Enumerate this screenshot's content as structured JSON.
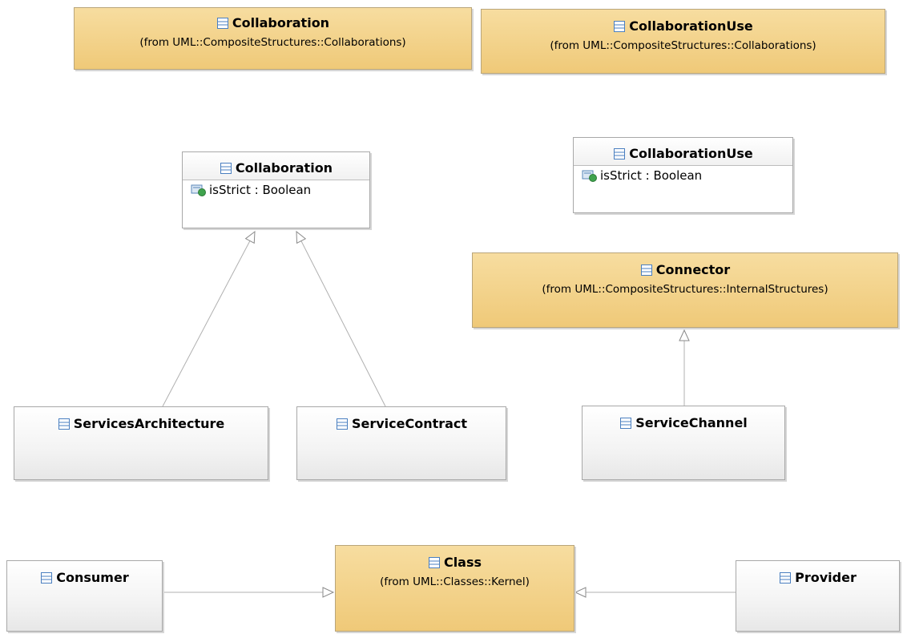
{
  "from_collaboration": {
    "name": "Collaboration",
    "from": "(from UML::CompositeStructures::Collaborations)"
  },
  "from_collaboration_use": {
    "name": "CollaborationUse",
    "from": "(from UML::CompositeStructures::Collaborations)"
  },
  "collaboration": {
    "name": "Collaboration",
    "attribute": "isStrict : Boolean"
  },
  "collaboration_use": {
    "name": "CollaborationUse",
    "attribute": "isStrict : Boolean"
  },
  "connector": {
    "name": "Connector",
    "from": "(from UML::CompositeStructures::InternalStructures)"
  },
  "services_architecture": {
    "name": "ServicesArchitecture"
  },
  "service_contract": {
    "name": "ServiceContract"
  },
  "service_channel": {
    "name": "ServiceChannel"
  },
  "class_meta": {
    "name": "Class",
    "from": "(from UML::Classes::Kernel)"
  },
  "consumer": {
    "name": "Consumer"
  },
  "provider": {
    "name": "Provider"
  },
  "colors": {
    "metaclass_fill": "#efc978",
    "class_fill": "#ffffff",
    "border": "#a8a8a8",
    "class_icon": "#4a7fc0",
    "attribute_icon_dot": "#3fa34d"
  },
  "icons": {
    "class": "class-icon",
    "attribute": "attribute-icon"
  }
}
